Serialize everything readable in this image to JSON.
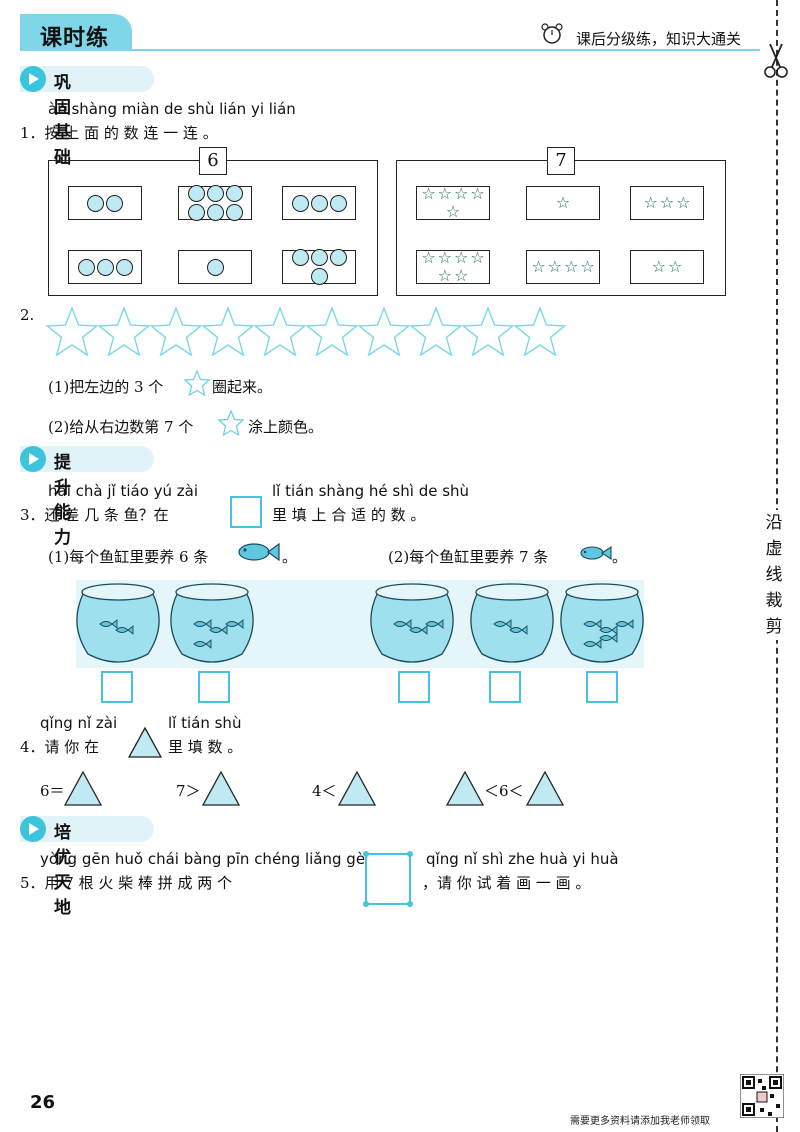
{
  "header": {
    "title": "课时练",
    "slogan": "课后分级练，知识大通关"
  },
  "side": {
    "cut_text": "沿虚线裁剪"
  },
  "sections": {
    "s1": "巩固基础",
    "s2": "提升能力",
    "s3": "培优天地"
  },
  "q1": {
    "pinyin": "àn shàng miàn de shù lián yi lián",
    "text": "1．按  上   面  的  数  连  一  连 。",
    "left_label": "6",
    "right_label": "7",
    "left_cards_circles": [
      2,
      6,
      3,
      3,
      1,
      4
    ],
    "right_cards_stars": [
      5,
      1,
      3,
      6,
      4,
      2
    ]
  },
  "q2": {
    "num": "2.",
    "star_count": 10,
    "sub1_a": "(1)把左边的 3 个",
    "sub1_b": "圈起来。",
    "sub2_a": "(2)给从右边数第 7 个",
    "sub2_b": "涂上颜色。"
  },
  "q3": {
    "pinyin_a": "hái chà jǐ tiáo yú    zài",
    "pinyin_b": "lǐ tián shàng hé shì de shù",
    "text_a": "3．还  差  几  条  鱼？在",
    "text_b": "里  填    上   合  适  的  数 。",
    "sub1_a": "(1)每个鱼缸里要养 6 条",
    "sub1_b": "。",
    "sub2_a": "(2)每个鱼缸里要养 7 条",
    "sub2_b": "。"
  },
  "q4": {
    "pinyin_a": "qǐng nǐ zài",
    "pinyin_b": "lǐ tián shù",
    "text_a": "4．请  你  在",
    "text_b": "里  填   数 。",
    "e1": "6＝",
    "e2": "7＞",
    "e3": "4＜",
    "e4": "＜6＜"
  },
  "q5": {
    "pinyin_a": "yòng   gēn huǒ chái bàng pīn chéng liǎng gè",
    "pinyin_b": "qǐng nǐ shì zhe huà yi huà",
    "text_a": "5．用   7 根  火  柴   棒   拼   成    两  个",
    "text_b": "，请  你  试  着   画  一  画 。"
  },
  "footer": {
    "page": "26",
    "note": "需要更多资料请添加我老师领取"
  },
  "colors": {
    "accent": "#3cc3de",
    "tab": "#7fd6e8",
    "fill": "#bfeaf3"
  }
}
